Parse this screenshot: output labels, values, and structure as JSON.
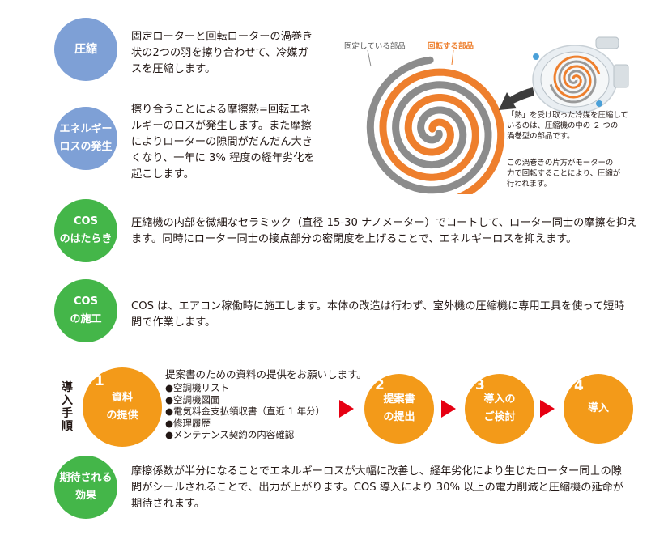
{
  "sections": {
    "compression": {
      "badge": [
        "圧縮"
      ],
      "text": [
        "固定ローターと回転ローターの渦巻き",
        "状の2つの羽を擦り合わせて、冷媒ガ",
        "スを圧縮します。"
      ]
    },
    "energy_loss": {
      "badge": [
        "エネルギー",
        "ロスの発生"
      ],
      "text": [
        "擦り合うことによる摩擦熱=回転エネ",
        "ルギーのロスが発生します。また摩擦",
        "によりローターの隙間がだんだん大き",
        "くなり、一年に 3% 程度の経年劣化を",
        "起こします。"
      ]
    },
    "cos_function": {
      "badge": [
        "COS",
        "のはたらき"
      ],
      "text": [
        "圧縮機の内部を微細なセラミック（直径 15-30 ナノメーター）でコートして、ローター同士の摩擦を抑え",
        "ます。同時にローター同士の接点部分の密閉度を上げることで、エネルギーロスを抑えます。"
      ]
    },
    "cos_install": {
      "badge": [
        "COS",
        "の施工"
      ],
      "text": [
        "COS は、エアコン稼働時に施工します。本体の改造は行わず、室外機の圧縮機に専用工具を使って短時",
        "間で作業します。"
      ]
    },
    "effect": {
      "badge": [
        "期待される",
        "効果"
      ],
      "text": [
        "摩擦係数が半分になることでエネルギーロスが大幅に改善し、経年劣化により生じたローター同士の隙",
        "間がシールされることで、出力が上がります。COS 導入により 30% 以上の電力削減と圧縮機の延命が",
        "期待されます。"
      ]
    }
  },
  "diagram": {
    "label_fixed": "固定している部品",
    "label_rotating": "回転する部品",
    "caption1": [
      "「熱」を受け取った冷媒を圧縮して",
      "いるのは、圧縮機の中の ２ つの",
      "渦巻型の部品です。"
    ],
    "caption2": [
      "この渦巻きの片方がモーターの",
      "力で回転することにより、圧縮が",
      "行われます。"
    ],
    "colors": {
      "fixed": "#8c8c8c",
      "rotating": "#ee7f2d",
      "arrow": "#3c3c3c"
    }
  },
  "process": {
    "title": [
      "導",
      "入",
      "手",
      "順"
    ],
    "step1": {
      "num": "1",
      "label": [
        "資料",
        "の提供"
      ]
    },
    "step1_intro": "提案書のための資料の提供をお願いします。",
    "step1_list": [
      "●空調機リスト",
      "●空調機図面",
      "●電気料金支払領収書（直近 1 年分）",
      "●修理履歴",
      "●メンテナンス契約の内容確認"
    ],
    "step2": {
      "num": "2",
      "label": [
        "提案書",
        "の提出"
      ]
    },
    "step3": {
      "num": "3",
      "label": [
        "導入の",
        "ご検討"
      ]
    },
    "step4": {
      "num": "4",
      "label": [
        "導入"
      ]
    },
    "arrow_color": "#e60012"
  }
}
